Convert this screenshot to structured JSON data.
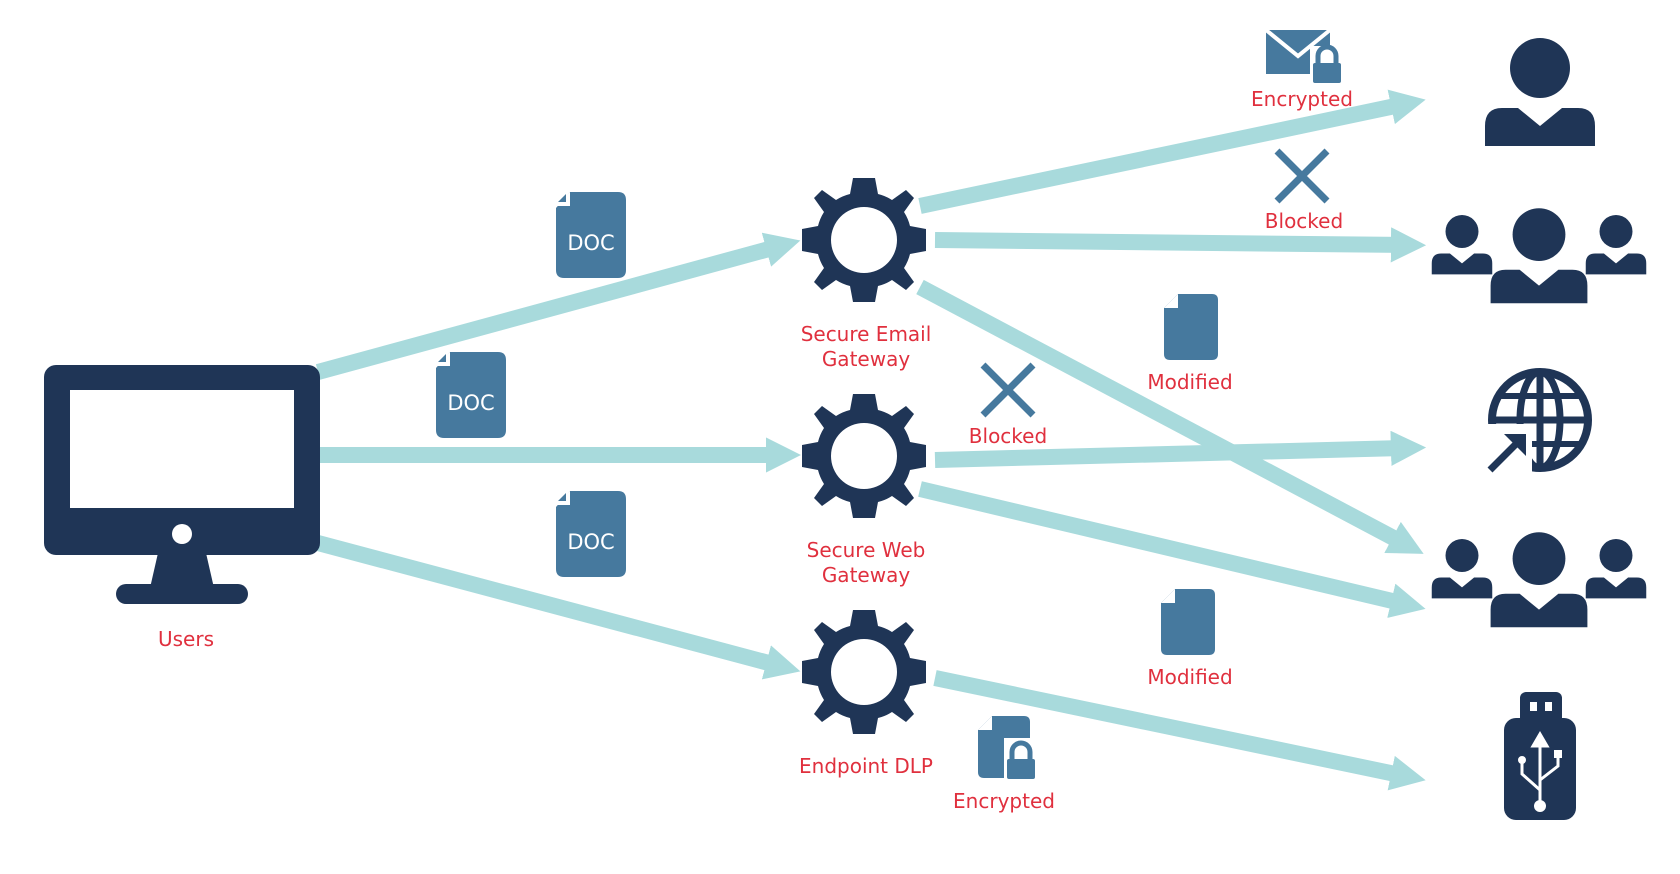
{
  "labels": {
    "users": "Users",
    "email_gateway_line1": "Secure Email",
    "email_gateway_line2": "Gateway",
    "web_gateway_line1": "Secure Web",
    "web_gateway_line2": "Gateway",
    "endpoint_dlp": "Endpoint DLP",
    "encrypted_top": "Encrypted",
    "blocked_top": "Blocked",
    "modified_top": "Modified",
    "blocked_mid": "Blocked",
    "modified_bottom": "Modified",
    "encrypted_bottom": "Encrypted"
  },
  "docs": {
    "doc_top": "DOC",
    "doc_mid": "DOC",
    "doc_bottom": "DOC"
  },
  "colors": {
    "navy": "#1f3556",
    "icon_blue": "#46799e",
    "arrow": "#a8dadc",
    "label_red": "#e0303e"
  },
  "icons": {
    "source": "monitor-icon",
    "gateways": [
      "gear-icon",
      "gear-icon",
      "gear-icon"
    ],
    "destinations": [
      "user-icon",
      "user-group-icon",
      "globe-icon",
      "user-group-icon",
      "usb-drive-icon"
    ],
    "status": [
      "envelope-lock-icon",
      "x-icon",
      "document-icon",
      "x-icon",
      "document-icon",
      "document-lock-icon"
    ]
  }
}
